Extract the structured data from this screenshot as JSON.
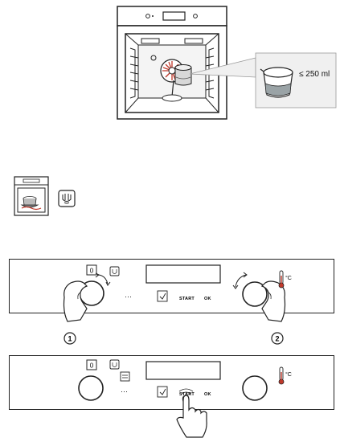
{
  "oven_figure": {
    "water_amount_label": "≤ 250 ml"
  },
  "panel_1": {
    "button_zero_label": "0",
    "dots_label": "···",
    "start_label": "START",
    "ok_label": "OK",
    "temp_unit_label": "°C",
    "step_1_label": "1",
    "step_2_label": "2"
  },
  "panel_2": {
    "button_zero_label": "0",
    "dots_label": "···",
    "start_label": "START",
    "ok_label": "OK",
    "temp_unit_label": "°C"
  },
  "icons": [
    "oven-icon",
    "steam-function-icon",
    "adjust-knob-icon",
    "touch-hand-icon",
    "thermometer-icon",
    "confirm-icon"
  ]
}
